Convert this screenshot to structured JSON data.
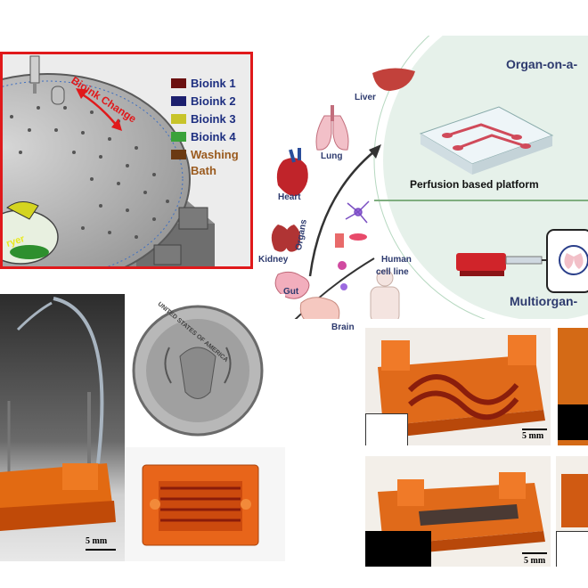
{
  "printer": {
    "rotation_label": "Bioink Change",
    "partial_label": "ryer",
    "legend": [
      {
        "label": "Bioink 1",
        "color": "#6b1010"
      },
      {
        "label": "Bioink 2",
        "color": "#1c1f6e"
      },
      {
        "label": "Bioink 3",
        "color": "#c8c42a"
      },
      {
        "label": "Bioink 4",
        "color": "#3aa23a"
      },
      {
        "label": "Washing",
        "color": "#6b3a12"
      }
    ],
    "bath_label": "Bath"
  },
  "organs": {
    "liver": "Liver",
    "lung": "Lung",
    "heart": "Heart",
    "kidney": "Kidney",
    "gut": "Gut",
    "brain": "Brain",
    "organs_axis": "Organs",
    "human_cell_line_1": "Human",
    "human_cell_line_2": "cell line",
    "organ_on_chip": "Organ-on-a-",
    "perfusion": "Perfusion based platform",
    "multiorgan": "Multiorgan-"
  },
  "scales": {
    "left_device": "5 mm",
    "top_device": "5 mm",
    "bottom_device": "5 mm"
  },
  "coin": {
    "inscription": "UNITED STATES OF AMERICA"
  }
}
